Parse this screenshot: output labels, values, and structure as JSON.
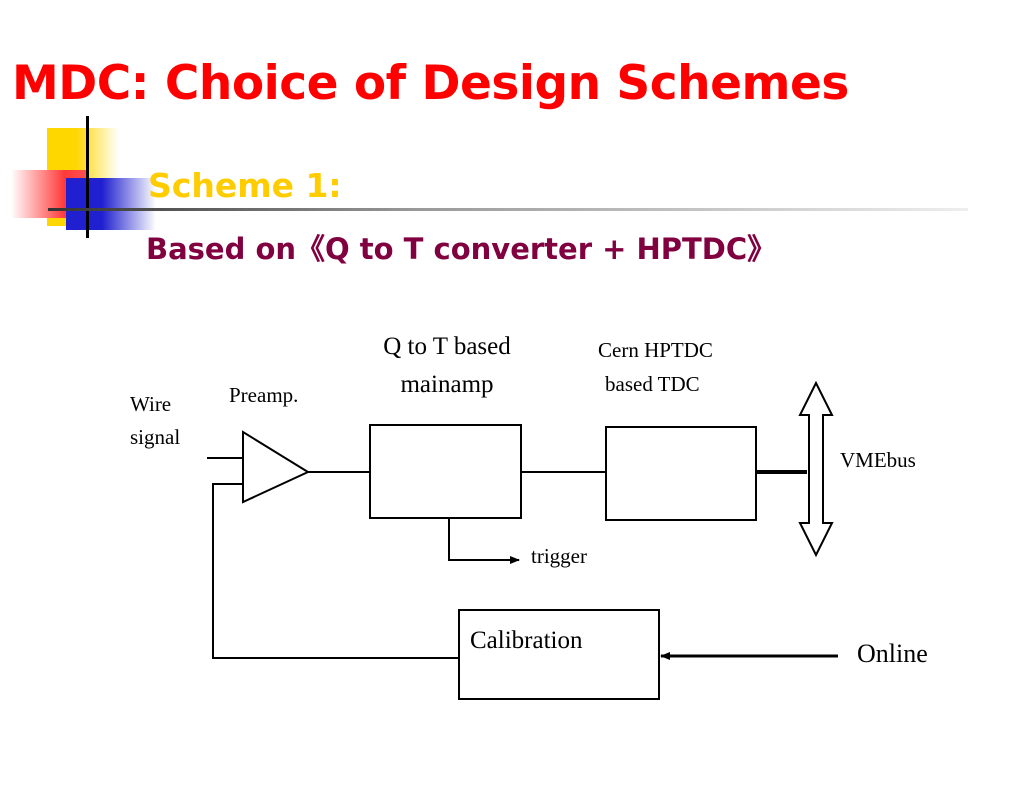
{
  "slide": {
    "title": "MDC: Choice of Design Schemes",
    "subtitle": "Scheme 1:",
    "based_on": "Based on《Q to T converter + HPTDC》"
  },
  "diagram": {
    "labels": {
      "wire": "Wire",
      "signal": "signal",
      "preamp": "Preamp.",
      "qtot_line1": "Q to T based",
      "qtot_line2": "mainamp",
      "hptdc_line1": "Cern HPTDC",
      "hptdc_line2": "based TDC",
      "vmebus": "VMEbus",
      "trigger": "trigger",
      "calibration": "Calibration",
      "online": "Online"
    }
  },
  "colors": {
    "title": "#ff0000",
    "subtitle": "#ffcc00",
    "based_on": "#800040"
  }
}
